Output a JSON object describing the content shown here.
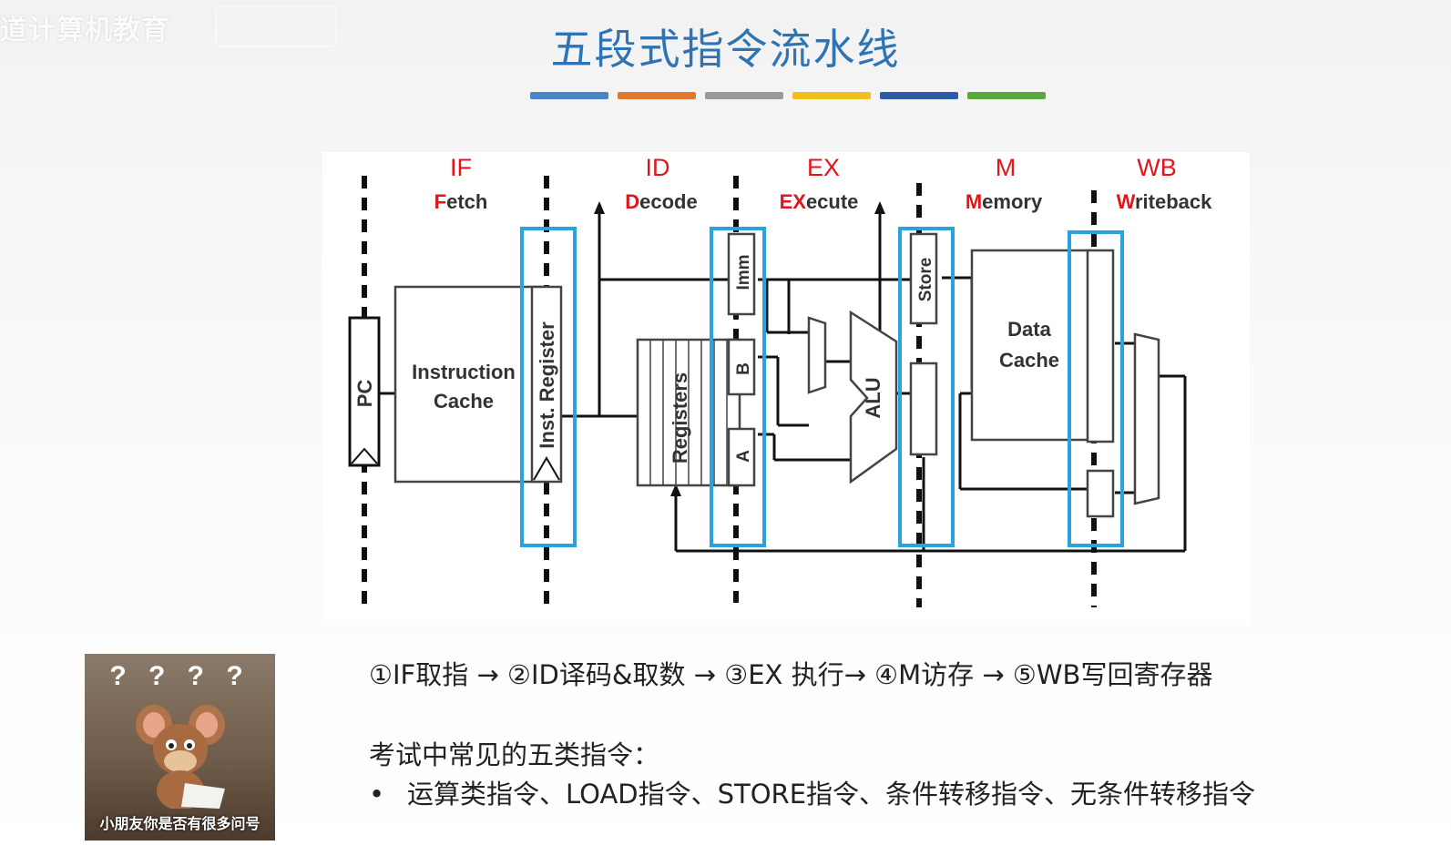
{
  "watermark": {
    "channel_name": "道计算机教育"
  },
  "header": {
    "title": "五段式指令流水线",
    "accent_bars": [
      "#4a86c5",
      "#e07a2e",
      "#9a9a9a",
      "#f0c020",
      "#2f5aa8",
      "#5aa83c"
    ]
  },
  "diagram": {
    "stages": [
      {
        "abbr": "IF",
        "first_letter": "F",
        "rest": "etch"
      },
      {
        "abbr": "ID",
        "first_letter": "D",
        "rest": "ecode"
      },
      {
        "abbr": "EX",
        "first_letter": "EX",
        "rest": "ecute"
      },
      {
        "abbr": "M",
        "first_letter": "M",
        "rest": "emory"
      },
      {
        "abbr": "WB",
        "first_letter": "W",
        "rest": "riteback"
      }
    ],
    "labels": {
      "pc": "PC",
      "inst_cache_1": "Instruction",
      "inst_cache_2": "Cache",
      "inst_register": "Inst. Register",
      "registers": "Registers",
      "imm": "Imm",
      "b": "B",
      "a": "A",
      "alu": "ALU",
      "store": "Store",
      "data_cache_1": "Data",
      "data_cache_2": "Cache"
    },
    "highlight_color": "#29a3dc"
  },
  "flow": {
    "text": "①IF取指 → ②ID译码&取数 → ③EX 执行→ ④M访存 → ⑤WB写回寄存器"
  },
  "exam": {
    "title": "考试中常见的五类指令：",
    "list": "运算类指令、LOAD指令、STORE指令、条件转移指令、无条件转移指令",
    "bullet": "•"
  },
  "meme": {
    "question_marks": "? ? ? ?",
    "caption": "小朋友你是否有很多问号"
  }
}
